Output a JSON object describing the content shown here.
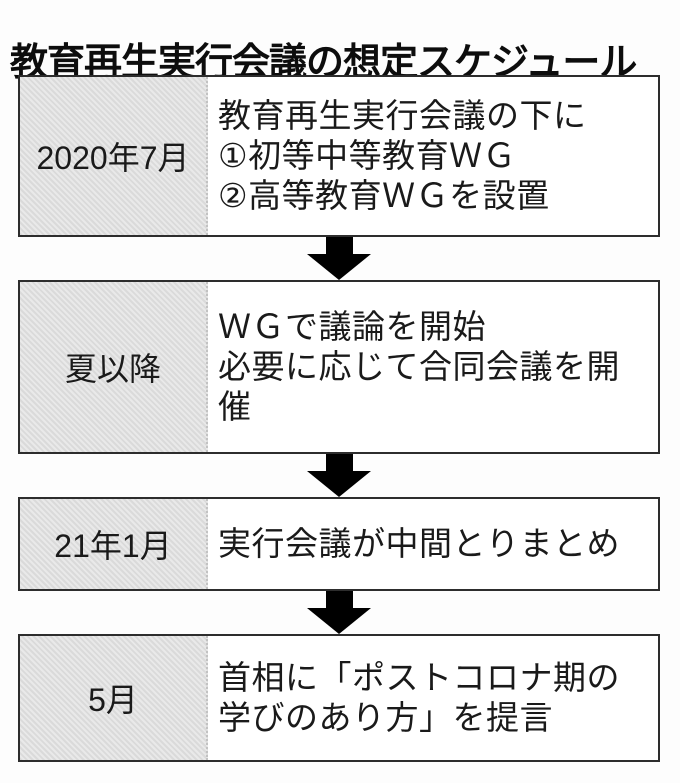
{
  "title": "教育再生実行会議の想定スケジュール",
  "timeline": {
    "rows": [
      {
        "date": "2020年7月",
        "content": "教育再生実行会議の下に\n①初等中等教育ＷＧ\n②高等教育ＷＧを設置"
      },
      {
        "date": "夏以降",
        "content": "ＷＧで議論を開始\n必要に応じて合同会議を開\n催"
      },
      {
        "date": "21年1月",
        "content": "実行会議が中間とりまとめ"
      },
      {
        "date": "5月",
        "content": "首相に「ポストコロナ期の\n学びのあり方」を提言"
      }
    ]
  },
  "icons": {
    "arrow": "down-arrow-icon"
  },
  "colors": {
    "background": "#fdfdfd",
    "box_border": "#2d2d2d",
    "date_cell_hatch_dark": "#dadada",
    "date_cell_hatch_light": "#e9e9e9",
    "text": "#1a1a1a",
    "arrow": "#000000"
  }
}
